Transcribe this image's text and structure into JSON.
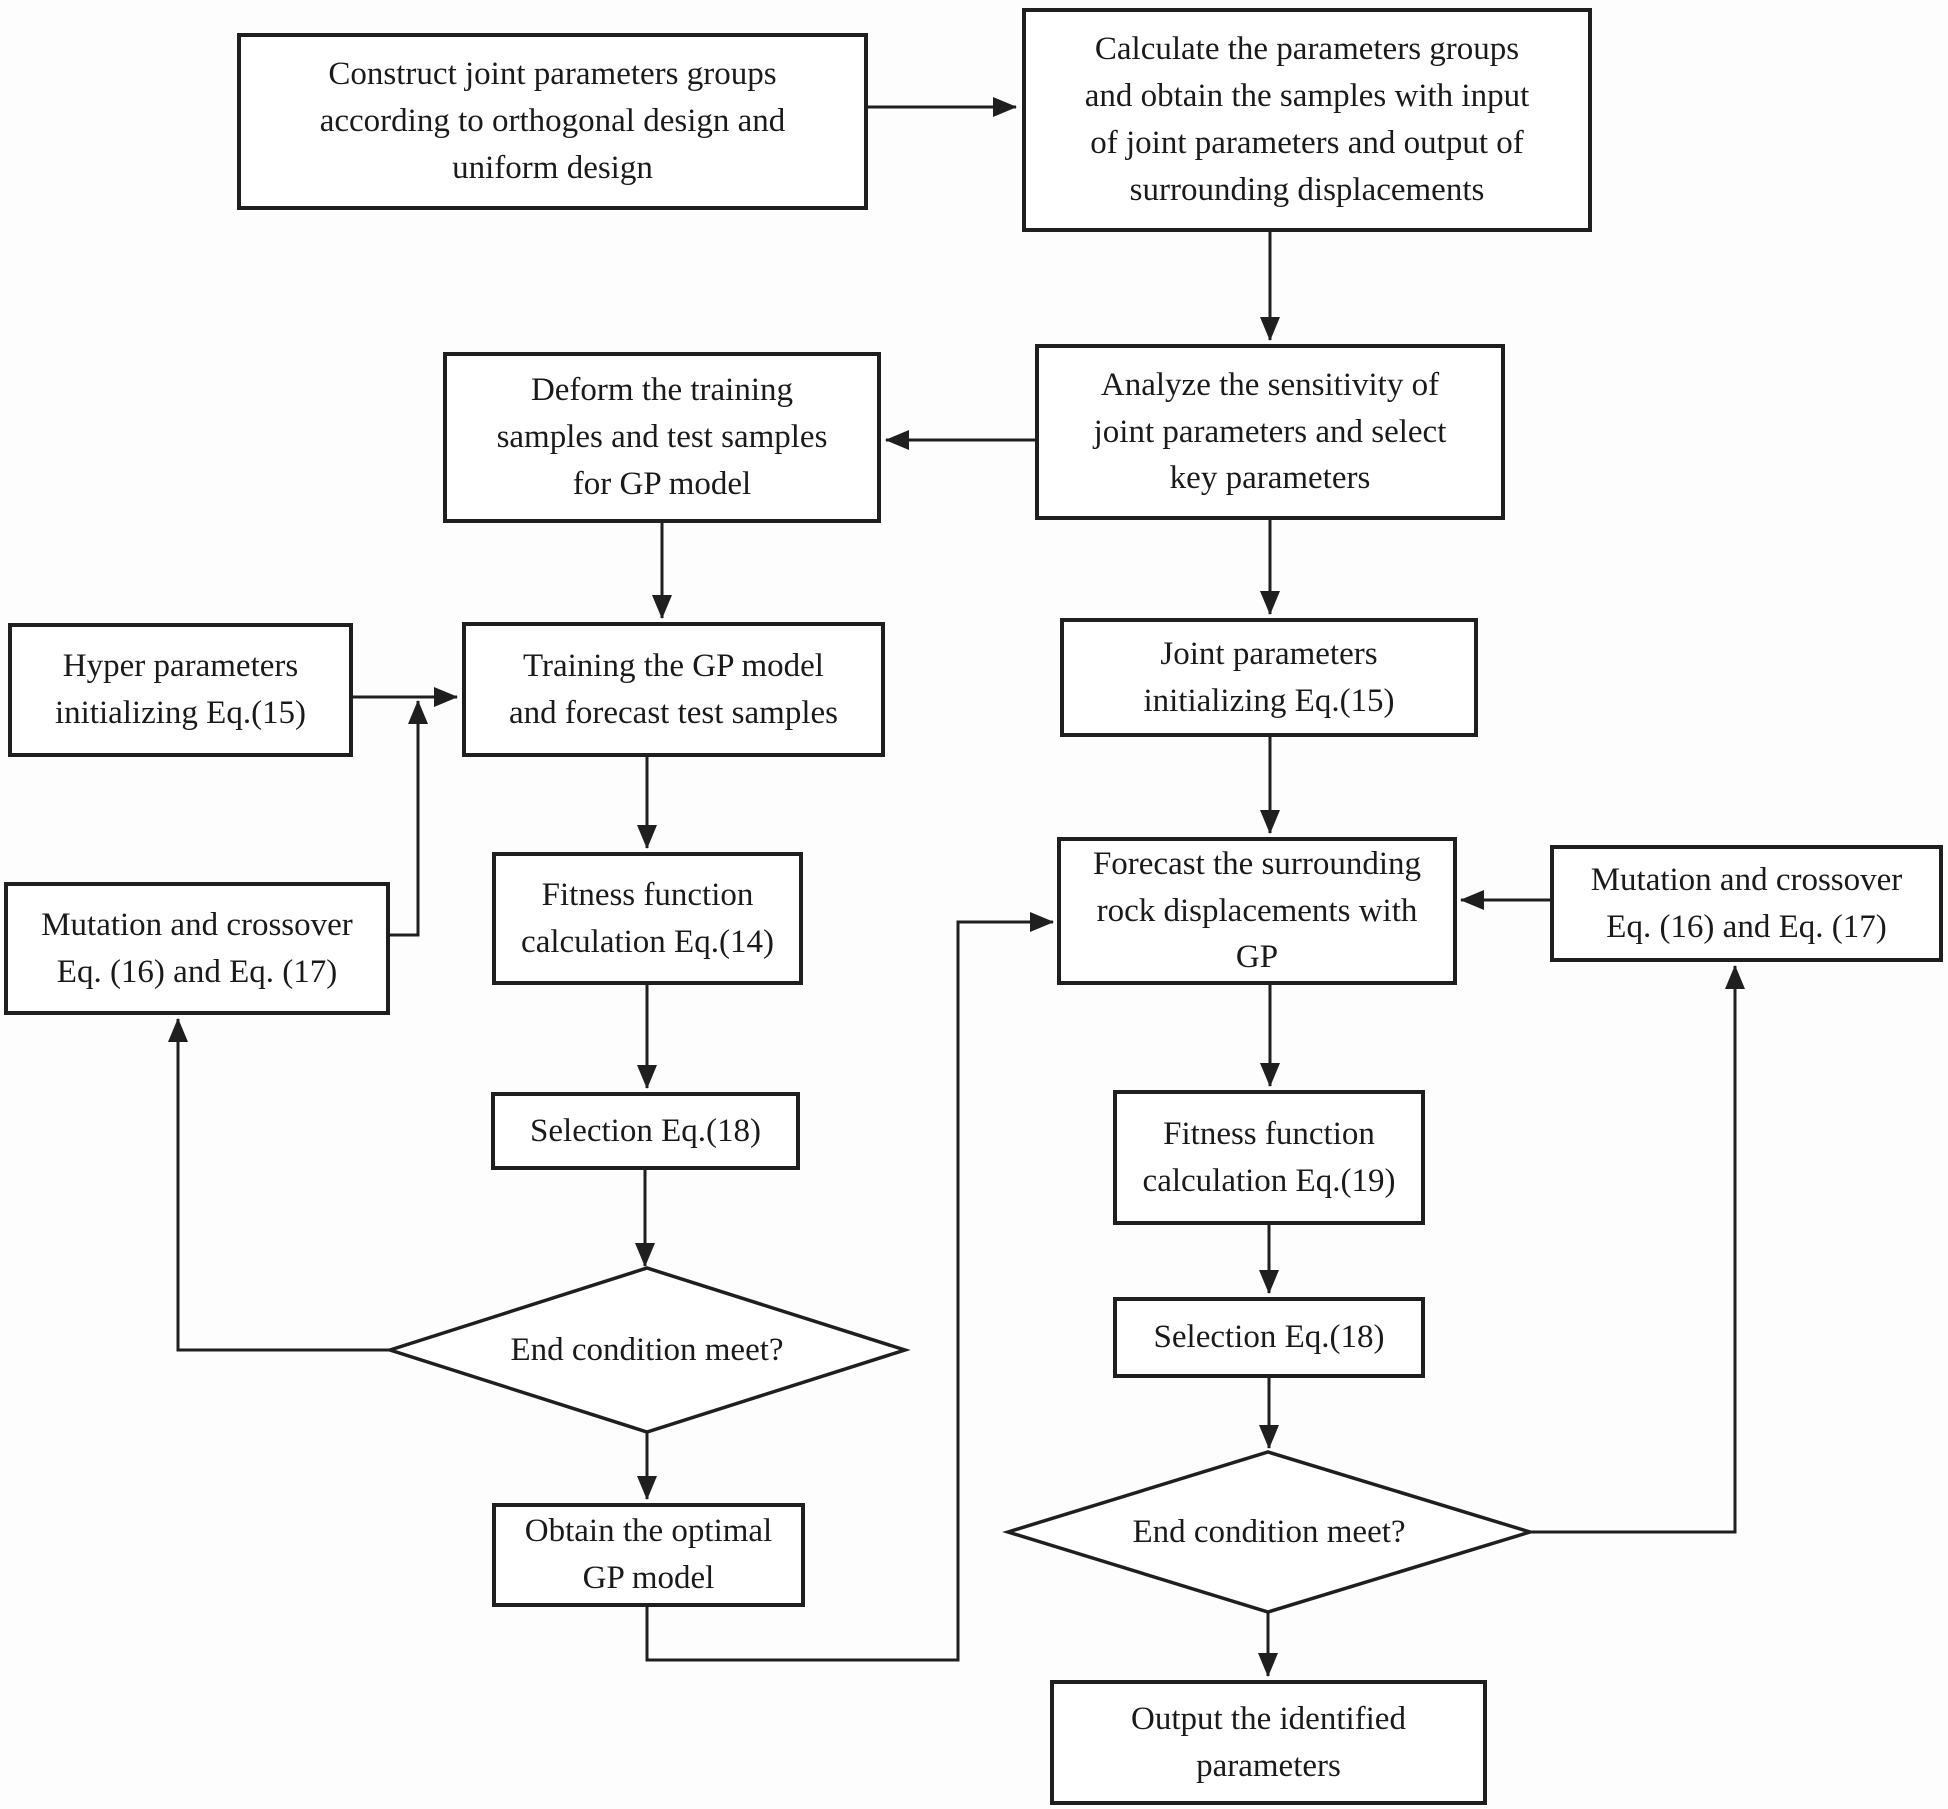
{
  "diagram": {
    "type": "flowchart",
    "colors": {
      "line": "#1f1f1f",
      "box_fill": "#ffffff",
      "background": "#fdfdfd",
      "text": "#1a1a1a"
    },
    "nodes": {
      "construct": "Construct joint parameters groups\naccording to orthogonal design and\nuniform design",
      "calculate": "Calculate the  parameters groups\nand obtain the samples with  input\nof joint parameters and output of\nsurrounding displacements",
      "deform": "Deform the training\nsamples and test samples\nfor GP model",
      "analyze": "Analyze the sensitivity of\njoint parameters and select\nkey parameters",
      "hyper": "Hyper parameters\ninitializing Eq.(15)",
      "training": "Training the GP model\nand forecast test samples",
      "joint_init": "Joint parameters\ninitializing Eq.(15)",
      "mutation_left": "Mutation and crossover\nEq. (16) and Eq. (17)",
      "fitness14": "Fitness function\ncalculation Eq.(14)",
      "forecast": "Forecast the surrounding\nrock displacements  with\nGP",
      "mutation_right": "Mutation and crossover\nEq. (16) and Eq. (17)",
      "selection_left": "Selection Eq.(18)",
      "fitness19": "Fitness function\ncalculation Eq.(19)",
      "selection_right": "Selection Eq.(18)",
      "end_condition_left": "End condition meet?",
      "end_condition_right": "End condition meet?",
      "obtain": "Obtain the optimal\nGP model",
      "output": "Output the identified\nparameters"
    }
  }
}
